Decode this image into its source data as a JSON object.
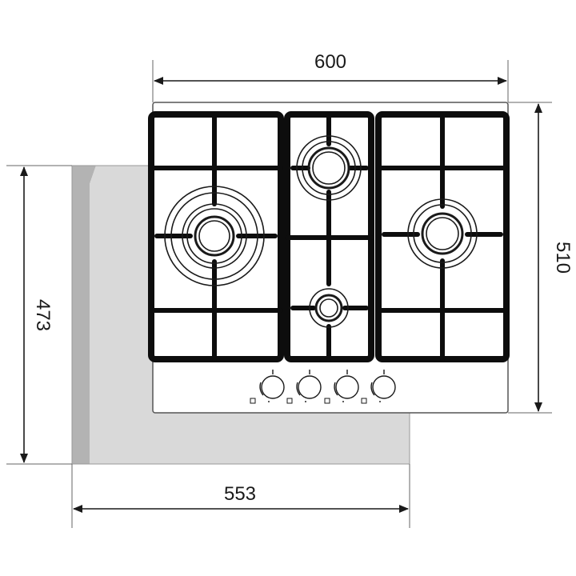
{
  "dimensions": {
    "hob_width": "600",
    "hob_depth": "510",
    "cutout_depth": "473",
    "cutout_width": "553"
  },
  "colors": {
    "line": "#1a1a1a",
    "grate": "#0d0d0d",
    "cutout_fill": "#d9d9d9",
    "cutout_side": "#b3b3b3",
    "hob_surface": "#ffffff"
  },
  "burners": [
    {
      "name": "left-large-burner"
    },
    {
      "name": "center-top-medium-burner"
    },
    {
      "name": "center-bottom-small-burner"
    },
    {
      "name": "right-medium-burner"
    }
  ],
  "knobs": [
    {
      "name": "knob-1"
    },
    {
      "name": "knob-2"
    },
    {
      "name": "knob-3"
    },
    {
      "name": "knob-4"
    }
  ]
}
